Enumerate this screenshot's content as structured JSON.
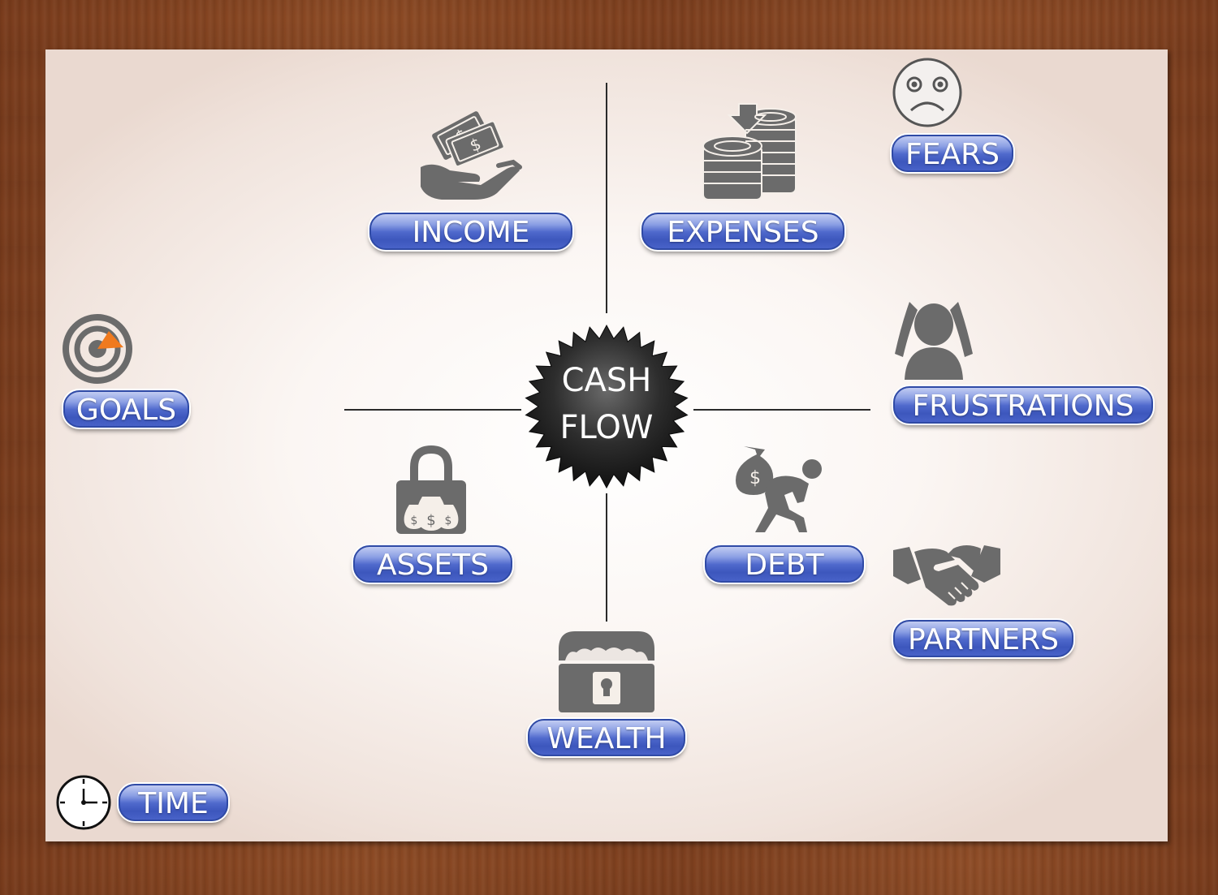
{
  "center": {
    "line1": "CASH",
    "line2": "FLOW"
  },
  "nodes": {
    "income": "INCOME",
    "expenses": "EXPENSES",
    "assets": "ASSETS",
    "debt": "DEBT",
    "wealth": "WEALTH",
    "fears": "FEARS",
    "frustrations": "FRUSTRATIONS",
    "partners": "PARTNERS",
    "goals": "GOALS",
    "time": "TIME"
  },
  "icons": {
    "income": "money-hand-icon",
    "expenses": "coin-stacks-icon",
    "assets": "padlock-money-bags-icon",
    "debt": "person-carrying-money-bag-icon",
    "wealth": "treasure-chest-icon",
    "fears": "sad-face-icon",
    "frustrations": "frustrated-person-icon",
    "partners": "handshake-icon",
    "goals": "target-icon",
    "time": "clock-icon"
  },
  "colors": {
    "button_blue": "#4f69cc",
    "icon_gray": "#6b6b6b",
    "target_accent": "#f07a1e",
    "wood": "#8c4a24"
  }
}
